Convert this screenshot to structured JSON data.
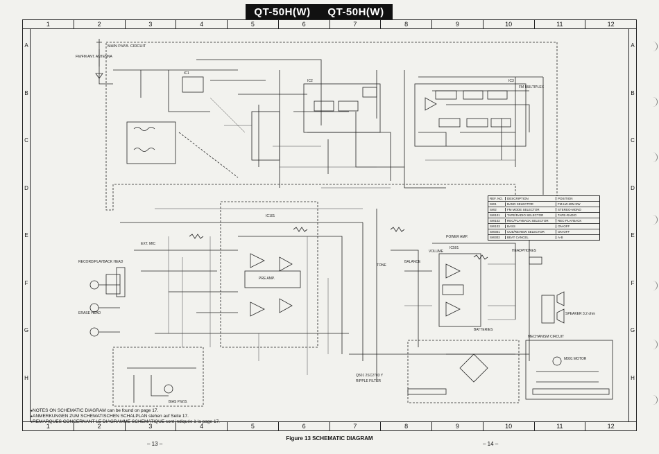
{
  "banner": {
    "left": "QT-50H(W)",
    "right": "QT-50H(W)"
  },
  "columns": [
    "1",
    "2",
    "3",
    "4",
    "5",
    "6",
    "7",
    "8",
    "9",
    "10",
    "11",
    "12"
  ],
  "rows": [
    "A",
    "B",
    "C",
    "D",
    "E",
    "F",
    "G",
    "H"
  ],
  "labels": {
    "main_pwb": "MAIN  P.W.B.  CIRCUIT",
    "fm_antenna": "FM/FM ANT. ANTENNA",
    "fm_multiplex": "FM MULTIPLEX",
    "power_amp": "POWER AMP.",
    "pre_amp": "PRE AMP.",
    "ripple_filter": "RIPPLE FILTER",
    "q501": "Q501  2SC2703 Y",
    "tone": "TONE",
    "balance": "BALANCE",
    "volume": "VOLUME",
    "headphones": "HEADPHONES",
    "speaker": "SPEAKER  3.2 ohm",
    "batteries": "BATTERIES",
    "mechanism": "MECHANISM  CIRCUIT",
    "motor": "M001 MOTOR",
    "bias_pwb": "BIAS  P.W.B.",
    "ext_mic": "EXT. MIC",
    "record_head": "RECORD/PLAYBACK HEAD",
    "erase_head": "ERASE HEAD",
    "ic1": "IC1",
    "ic2": "IC2",
    "ic3": "IC3",
    "ic101": "IC101",
    "ic501": "IC501"
  },
  "switch_table": {
    "rows": [
      [
        "REF. NO.",
        "DESCRIPTION",
        "POSITION"
      ],
      [
        "SW1",
        "BAND SELECTOR",
        "FM-LW-MW-SW"
      ],
      [
        "SW2",
        "FM MODE SELECTOR",
        "STEREO-MONO"
      ],
      [
        "SW101",
        "TAPE/RADIO SELECTOR",
        "TAPE-RADIO"
      ],
      [
        "SW102",
        "REC/PLAYBACK SELECTOR",
        "REC-PLAYBACK"
      ],
      [
        "SW103",
        "BASS",
        "ON-OFF"
      ],
      [
        "SW301",
        "CUE/REVIEW SELECTOR",
        "ON-OFF"
      ],
      [
        "SW302",
        "BEAT CANCEL",
        "A-B"
      ]
    ]
  },
  "notes": [
    "NOTES ON SCHEMATIC DIAGRAM can be found on page 17.",
    "ANMERKUNGEN ZUM SCHEMATISCHEN SCHALPLAN stehen auf Seite 17.",
    "REMARQUES CONCERNANT LE DIAGRAMME SCHEMATIQUE sont indiquée à la page 17."
  ],
  "caption": "Figure 13 SCHEMATIC DIAGRAM",
  "page_left": "– 13 –",
  "page_right": "– 14 –"
}
